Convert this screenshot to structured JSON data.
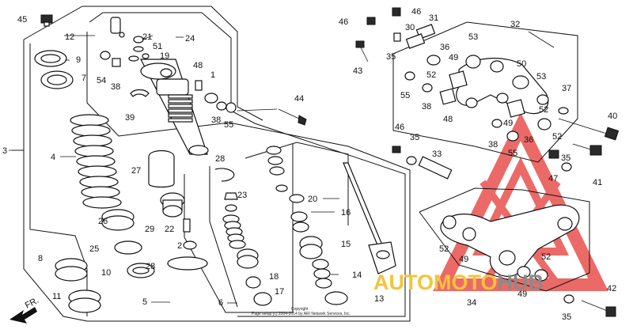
{
  "title": "",
  "copyright_text": "Copyright\nPage setup (c) 2004-2014 by ARI Network Services, Inc.",
  "watermark": {
    "text": "AUTOMOTOHUB",
    "auto": "AUTO",
    "moto": "MOTO",
    "hub": "HUB",
    "colors": {
      "auto": "#f5c33b",
      "moto": "#f5c33b",
      "hub": "#8a8a8a",
      "logo": "#e53935"
    }
  },
  "fr_label": "FR.",
  "callouts": [
    "45",
    "12",
    "21",
    "51",
    "24",
    "19",
    "9",
    "7",
    "54",
    "38",
    "48",
    "1",
    "39",
    "38",
    "55",
    "44",
    "3",
    "4",
    "27",
    "28",
    "23",
    "29",
    "22",
    "2",
    "28",
    "26",
    "25",
    "10",
    "8",
    "11",
    "20",
    "16",
    "15",
    "14",
    "18",
    "17",
    "5",
    "6",
    "13",
    "46",
    "46",
    "31",
    "30",
    "35",
    "43",
    "32",
    "53",
    "36",
    "49",
    "52",
    "50",
    "53",
    "55",
    "38",
    "48",
    "52",
    "37",
    "40",
    "46",
    "35",
    "33",
    "38",
    "49",
    "55",
    "36",
    "52",
    "35",
    "47",
    "41",
    "52",
    "49",
    "52",
    "49",
    "34",
    "35",
    "42"
  ]
}
